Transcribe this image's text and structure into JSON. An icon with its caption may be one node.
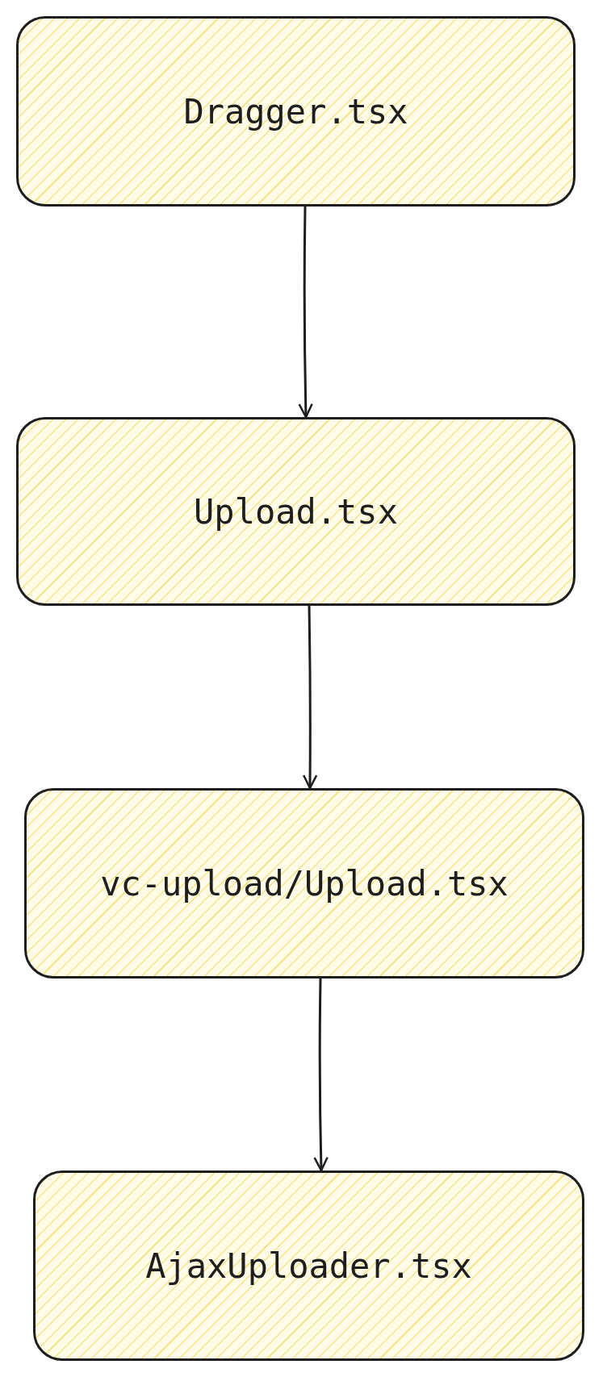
{
  "diagram": {
    "nodes": [
      {
        "text": [
          "Dragger.tsx"
        ]
      },
      {
        "text": [
          "Upload.tsx"
        ]
      },
      {
        "text": [
          "vc-upload/Upload.tsx"
        ]
      },
      {
        "text": [
          "AjaxUploader.tsx"
        ]
      }
    ],
    "edges": [
      {
        "from": 0,
        "to": 1,
        "arrow": "to"
      },
      {
        "from": 1,
        "to": 2,
        "arrow": "to"
      },
      {
        "from": 2,
        "to": 3,
        "arrow": "to"
      }
    ]
  }
}
